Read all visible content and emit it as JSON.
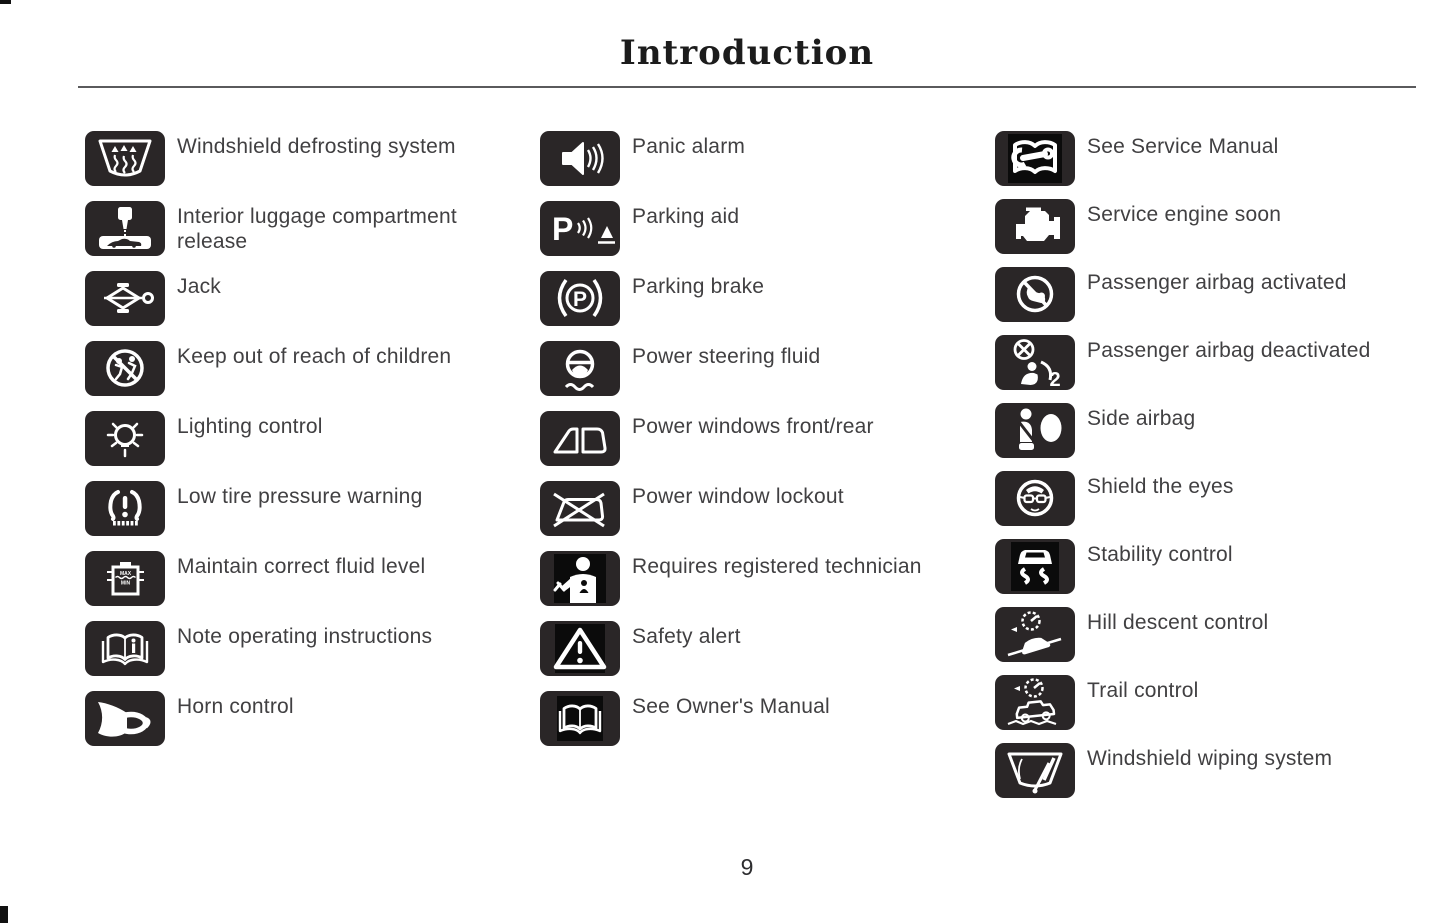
{
  "page": {
    "title": "Introduction",
    "page_number": "9"
  },
  "colors": {
    "icon_bg": "#2a2627",
    "icon_inner_bg": "#0b0b0b",
    "glyph": "#ffffff",
    "label_text": "#414042",
    "rule": "#5a5a5c"
  },
  "columns": [
    {
      "items": [
        {
          "icon": "windshield-defrosting-icon",
          "label": "Windshield defrosting system"
        },
        {
          "icon": "luggage-release-icon",
          "label": "Interior luggage compartment release"
        },
        {
          "icon": "jack-icon",
          "label": "Jack"
        },
        {
          "icon": "keep-out-children-icon",
          "label": "Keep out of reach of children"
        },
        {
          "icon": "lighting-control-icon",
          "label": "Lighting control"
        },
        {
          "icon": "low-tire-pressure-icon",
          "label": "Low tire pressure warning"
        },
        {
          "icon": "fluid-level-icon",
          "label": "Maintain correct fluid level"
        },
        {
          "icon": "operating-instructions-icon",
          "label": "Note operating instructions"
        },
        {
          "icon": "horn-icon",
          "label": "Horn control"
        }
      ]
    },
    {
      "items": [
        {
          "icon": "panic-alarm-icon",
          "label": "Panic alarm"
        },
        {
          "icon": "parking-aid-icon",
          "label": "Parking aid"
        },
        {
          "icon": "parking-brake-icon",
          "label": "Parking brake"
        },
        {
          "icon": "power-steering-icon",
          "label": "Power steering fluid"
        },
        {
          "icon": "power-windows-icon",
          "label": "Power windows front/rear"
        },
        {
          "icon": "window-lockout-icon",
          "label": "Power window lockout"
        },
        {
          "icon": "technician-icon",
          "label": "Requires registered technician"
        },
        {
          "icon": "safety-alert-icon",
          "label": "Safety alert"
        },
        {
          "icon": "owners-manual-icon",
          "label": "See Owner's Manual"
        }
      ]
    },
    {
      "items": [
        {
          "icon": "service-manual-icon",
          "label": "See Service Manual"
        },
        {
          "icon": "engine-icon",
          "label": "Service engine soon"
        },
        {
          "icon": "airbag-activated-icon",
          "label": "Passenger airbag activated"
        },
        {
          "icon": "airbag-deactivated-icon",
          "label": "Passenger airbag deactivated"
        },
        {
          "icon": "side-airbag-icon",
          "label": "Side airbag"
        },
        {
          "icon": "shield-eyes-icon",
          "label": "Shield the eyes"
        },
        {
          "icon": "stability-control-icon",
          "label": "Stability control"
        },
        {
          "icon": "hill-descent-icon",
          "label": "Hill descent control"
        },
        {
          "icon": "trail-control-icon",
          "label": "Trail control"
        },
        {
          "icon": "windshield-wiping-icon",
          "label": "Windshield wiping system"
        }
      ]
    }
  ]
}
